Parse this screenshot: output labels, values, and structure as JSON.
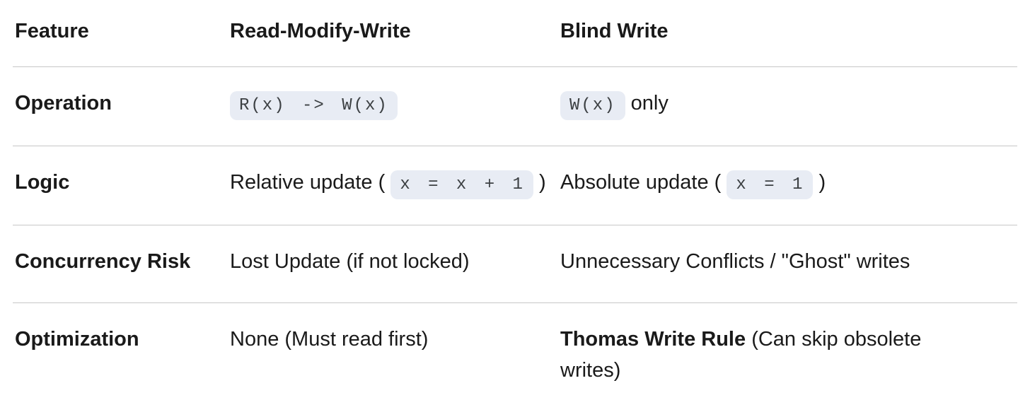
{
  "table": {
    "columns": [
      "Feature",
      "Read-Modify-Write",
      "Blind Write"
    ],
    "rows": [
      {
        "feature": "Operation",
        "rmw": {
          "code": "R(x) -> W(x)"
        },
        "blind": {
          "code": "W(x)",
          "after": "only"
        }
      },
      {
        "feature": "Logic",
        "rmw": {
          "before": "Relative update (",
          "code": "x = x + 1",
          "after": ")"
        },
        "blind": {
          "before": "Absolute update (",
          "code": "x = 1",
          "after": ")"
        }
      },
      {
        "feature": "Concurrency Risk",
        "rmw": {
          "text": "Lost Update (if not locked)"
        },
        "blind": {
          "text": "Unnecessary Conflicts / \"Ghost\" writes"
        }
      },
      {
        "feature": "Optimization",
        "rmw": {
          "text": "None (Must read first)"
        },
        "blind": {
          "bold": "Thomas Write Rule",
          "after": "(Can skip obsolete writes)"
        }
      }
    ]
  },
  "colors": {
    "background": "#ffffff",
    "text": "#1a1a1a",
    "chip_bg": "#e8ecf4",
    "chip_text": "#3c4043",
    "divider": "#c7c7c7"
  }
}
